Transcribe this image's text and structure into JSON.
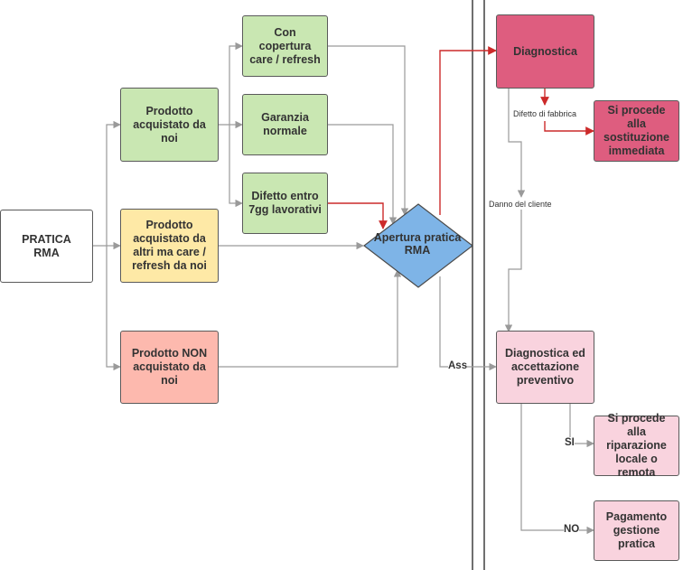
{
  "colors": {
    "green": "#c9e7b2",
    "yellow": "#fee9a6",
    "salmon": "#fdb9ae",
    "blue": "#7eb4e7",
    "dark_pink": "#de5d7f",
    "light_pink": "#f9d3de",
    "white": "#ffffff",
    "connector_gray": "#9a9a9a",
    "connector_red": "#cc2a2a",
    "lane_line": "#222222"
  },
  "nodes": {
    "pratica_rma": "PRATICA RMA",
    "prodotto_acquistato": "Prodotto acquistato da noi",
    "prodotto_altri": "Prodotto acquistato da altri ma care / refresh da noi",
    "prodotto_non": "Prodotto NON acquistato da noi",
    "copertura": "Con copertura care / refresh",
    "garanzia": "Garanzia normale",
    "difetto": "Difetto entro 7gg lavorativi",
    "apertura": "Apertura pratica RMA",
    "diagnostica": "Diagnostica",
    "sostituzione": "Si procede alla sostituzione immediata",
    "diagnostica_preventivo": "Diagnostica ed accettazione preventivo",
    "riparazione": "Si procede alla riparazione locale o remota",
    "pagamento": "Pagamento gestione pratica"
  },
  "edge_labels": {
    "difetto_fabbrica": "Difetto di fabbrica",
    "danno_cliente": "Danno del cliente",
    "ass": "Ass",
    "si": "SI",
    "no": "NO"
  }
}
